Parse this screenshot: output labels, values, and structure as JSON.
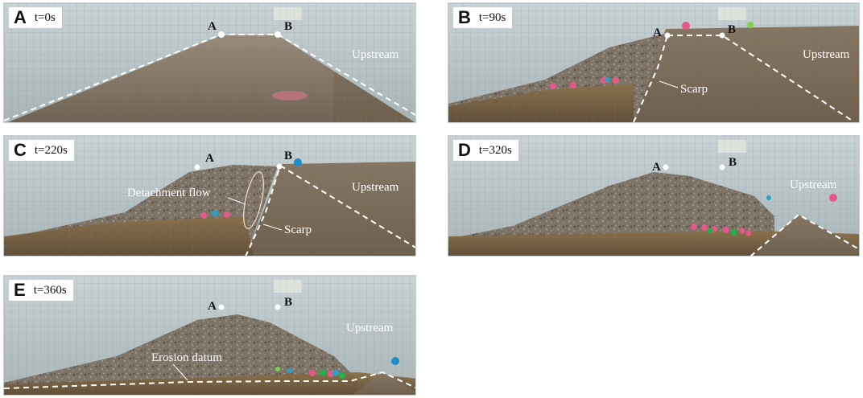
{
  "panels": [
    {
      "letter": "A",
      "time": "t=0s",
      "labels": {
        "point_a": "A",
        "point_b": "B",
        "upstream": "Upstream"
      }
    },
    {
      "letter": "B",
      "time": "t=90s",
      "labels": {
        "point_a": "A",
        "point_b": "B",
        "upstream": "Upstream",
        "scarp": "Scarp"
      }
    },
    {
      "letter": "C",
      "time": "t=220s",
      "labels": {
        "point_a": "A",
        "point_b": "B",
        "upstream": "Upstream",
        "scarp": "Scarp",
        "detachment": "Detachment flow"
      }
    },
    {
      "letter": "D",
      "time": "t=320s",
      "labels": {
        "point_a": "A",
        "point_b": "B",
        "upstream": "Upstream"
      }
    },
    {
      "letter": "E",
      "time": "t=360s",
      "labels": {
        "point_a": "A",
        "point_b": "B",
        "upstream": "Upstream",
        "datum": "Erosion datum"
      }
    }
  ]
}
